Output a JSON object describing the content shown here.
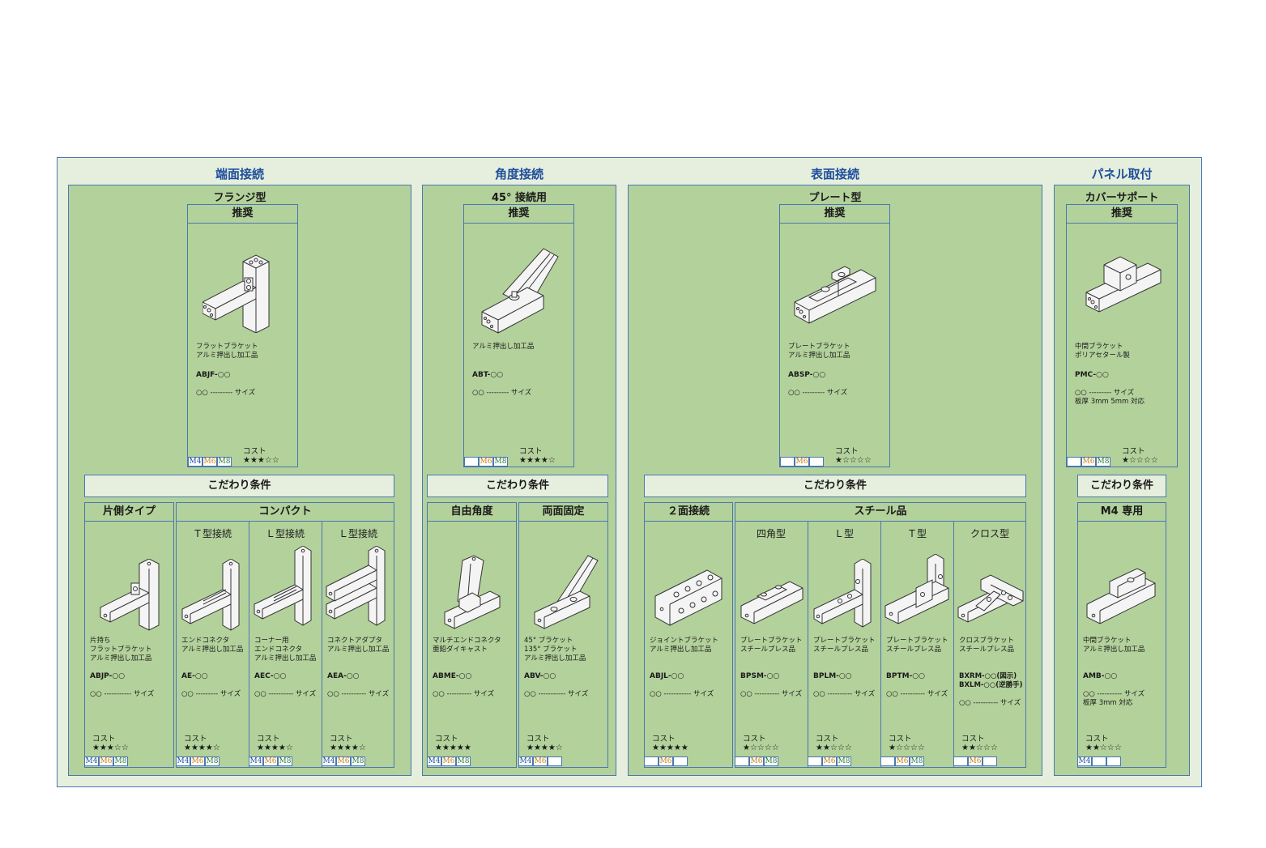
{
  "categories": {
    "c1": "端面接続",
    "c2": "角度接続",
    "c3": "表面接続",
    "c4": "パネル取付"
  },
  "sections": {
    "s1": "フランジ型",
    "s2": "45° 接続用",
    "s3": "プレート型",
    "s4": "カバーサポート"
  },
  "labels": {
    "recommended": "推奨",
    "kodawari": "こだわり条件",
    "cost": "コスト",
    "m4": "M4",
    "m6": "M6",
    "m8": "M8"
  },
  "groups": {
    "g1a": "片側タイプ",
    "g1b": "コンパクト",
    "g2a": "自由角度",
    "g2b": "両面固定",
    "g3a": "２面接続",
    "g3b": "スチール品",
    "g4a": "M4 専用"
  },
  "cols": {
    "t": "Ｔ型接続",
    "l1": "Ｌ型接続",
    "l2": "Ｌ型接続",
    "shikaku": "四角型",
    "l3": "Ｌ型",
    "t2": "Ｔ型",
    "cross": "クロス型"
  },
  "items": {
    "abjf": {
      "desc": "フラットブラケット\nアルミ押出し加工品",
      "code": "ABJF-○○",
      "size": "○○ --------- サイズ",
      "stars": "★★★☆☆"
    },
    "abt": {
      "desc": "アルミ押出し加工品",
      "code": "ABT-○○",
      "size": "○○ --------- サイズ",
      "stars": "★★★★☆"
    },
    "absp": {
      "desc": "プレートブラケット\nアルミ押出し加工品",
      "code": "ABSP-○○",
      "size": "○○ --------- サイズ",
      "stars": "★☆☆☆☆"
    },
    "pmc": {
      "desc": "中間ブラケット\nポリアセタール製",
      "code": "PMC-○○",
      "size": "○○ --------- サイズ\n板厚 3mm 5mm 対応",
      "stars": "★☆☆☆☆"
    },
    "abjp": {
      "desc": "片持ち\nフラットブラケット\nアルミ押出し加工品",
      "code": "ABJP-○○",
      "size": "○○ ----------- サイズ",
      "stars": "★★★☆☆"
    },
    "ae": {
      "desc": "エンドコネクタ\nアルミ押出し加工品",
      "code": "AE-○○",
      "size": "○○ --------- サイズ",
      "stars": "★★★★☆"
    },
    "aec": {
      "desc": "コーナー用\nエンドコネクタ\nアルミ押出し加工品",
      "code": "AEC-○○",
      "size": "○○ ---------- サイズ",
      "stars": "★★★★☆"
    },
    "aea": {
      "desc": "コネクトアダプタ\nアルミ押出し加工品",
      "code": "AEA-○○",
      "size": "○○ ---------- サイズ",
      "stars": "★★★★☆"
    },
    "abme": {
      "desc": "マルチエンドコネクタ\n亜鉛ダイキャスト",
      "code": "ABME-○○",
      "size": "○○ ---------- サイズ",
      "stars": "★★★★★"
    },
    "abv": {
      "desc": "45° ブラケット\n135° ブラケット\nアルミ押出し加工品",
      "code": "ABV-○○",
      "size": "○○ ----------- サイズ",
      "stars": "★★★★☆"
    },
    "abjl": {
      "desc": "ジョイントブラケット\nアルミ押出し加工品",
      "code": "ABJL-○○",
      "size": "○○ ----------- サイズ",
      "stars": "★★★★★"
    },
    "bpsm": {
      "desc": "プレートブラケット\nスチールプレス品",
      "code": "BPSM-○○",
      "size": "○○ ---------- サイズ",
      "stars": "★☆☆☆☆"
    },
    "bplm": {
      "desc": "プレートブラケット\nスチールプレス品",
      "code": "BPLM-○○",
      "size": "○○ ---------- サイズ",
      "stars": "★★☆☆☆"
    },
    "bptm": {
      "desc": "プレートブラケット\nスチールプレス品",
      "code": "BPTM-○○",
      "size": "○○ ---------- サイズ",
      "stars": "★☆☆☆☆"
    },
    "bxrm": {
      "desc": "クロスブラケット\nスチールプレス品",
      "code": "BXRM-○○(図示)\nBXLM-○○(逆勝手)",
      "size": "○○ ---------- サイズ",
      "stars": "★★☆☆☆"
    },
    "amb": {
      "desc": "中間ブラケット\nアルミ押出し加工品",
      "code": "AMB-○○",
      "size": "○○ ---------- サイズ\n板厚 3mm 対応",
      "stars": "★★☆☆☆"
    }
  }
}
